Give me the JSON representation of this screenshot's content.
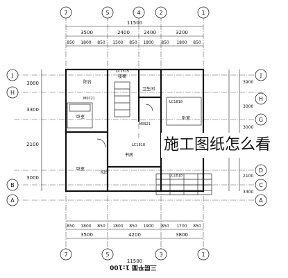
{
  "drawing": {
    "total_dim": "11500",
    "top_dims_row1": [
      "3500",
      "2400",
      "2400",
      "3200"
    ],
    "top_dims_row2": [
      "850",
      "1800",
      "850",
      "1500",
      "850",
      "1800",
      "850",
      "1800",
      "850"
    ],
    "bottom_dims_row1": [
      "850",
      "1800",
      "850",
      "1800",
      "850",
      "1900",
      "850",
      "1700",
      "850"
    ],
    "bottom_dims_row2": [
      "3500",
      "4200",
      "3800"
    ],
    "left_dims": [
      "3000",
      "3300",
      "2100",
      "3000"
    ],
    "right_dims": [
      "3900",
      "3000",
      "3000",
      "2100",
      "3300"
    ],
    "col_axes_top": [
      "7",
      "5",
      "4",
      "2",
      "1"
    ],
    "col_axes_bottom": [
      "7",
      "5",
      "3",
      "1"
    ],
    "row_axes_left": [
      "J",
      "H",
      "B",
      "A"
    ],
    "row_axes_right": [
      "J",
      "H",
      "G",
      "D",
      "C",
      "A"
    ],
    "room_labels": [
      "卧室",
      "卧室",
      "楼梯",
      "书房",
      "卧室",
      "阳台",
      "阳台",
      "卫生间"
    ],
    "plan_title": "三层平面 1:100",
    "window_tags": [
      "LC1515",
      "LC1818",
      "LC1818",
      "LC1818",
      "M0921",
      "M0721"
    ]
  },
  "overlay": {
    "caption": "施工图纸怎么看"
  }
}
